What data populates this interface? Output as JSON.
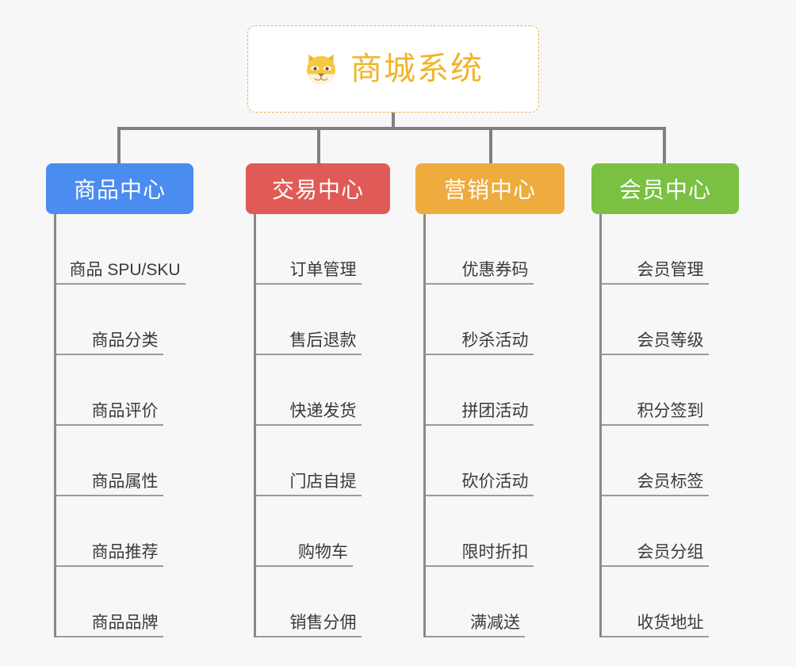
{
  "diagram": {
    "type": "organization-tree",
    "background_color": "#f7f7f7",
    "root": {
      "title": "商城系统",
      "icon": "shiba-dog-face-icon",
      "text_color": "#f0b429",
      "border_color": "#e8b457"
    },
    "connector_color": "#808080",
    "branches": [
      {
        "label": "商品中心",
        "color": "#4a8cf0",
        "color_name": "blue",
        "items": [
          "商品 SPU/SKU",
          "商品分类",
          "商品评价",
          "商品属性",
          "商品推荐",
          "商品品牌"
        ]
      },
      {
        "label": "交易中心",
        "color": "#e05b56",
        "color_name": "red",
        "items": [
          "订单管理",
          "售后退款",
          "快递发货",
          "门店自提",
          "购物车",
          "销售分佣"
        ]
      },
      {
        "label": "营销中心",
        "color": "#eeab3e",
        "color_name": "orange",
        "items": [
          "优惠券码",
          "秒杀活动",
          "拼团活动",
          "砍价活动",
          "限时折扣",
          "满减送"
        ]
      },
      {
        "label": "会员中心",
        "color": "#7ac143",
        "color_name": "green",
        "items": [
          "会员管理",
          "会员等级",
          "积分签到",
          "会员标签",
          "会员分组",
          "收货地址"
        ]
      }
    ]
  }
}
